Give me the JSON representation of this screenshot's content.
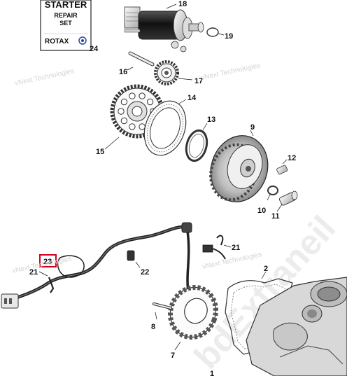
{
  "repair_kit": {
    "title": "STARTER",
    "line2": "REPAIR",
    "line3": "SET",
    "brand": "ROTAX",
    "callout": "24"
  },
  "watermarks": {
    "text": "vNext Technologies",
    "diagonal": "bdExtraneil"
  },
  "callouts": {
    "c1": "1",
    "c2": "2",
    "c7": "7",
    "c8": "8",
    "c9": "9",
    "c10": "10",
    "c11": "11",
    "c12": "12",
    "c13": "13",
    "c14": "14",
    "c15": "15",
    "c16": "16",
    "c17": "17",
    "c18": "18",
    "c19": "19",
    "c21a": "21",
    "c21b": "21",
    "c22": "22",
    "c23": "23"
  },
  "highlight": {
    "callout": "23",
    "color": "#d0021b"
  }
}
